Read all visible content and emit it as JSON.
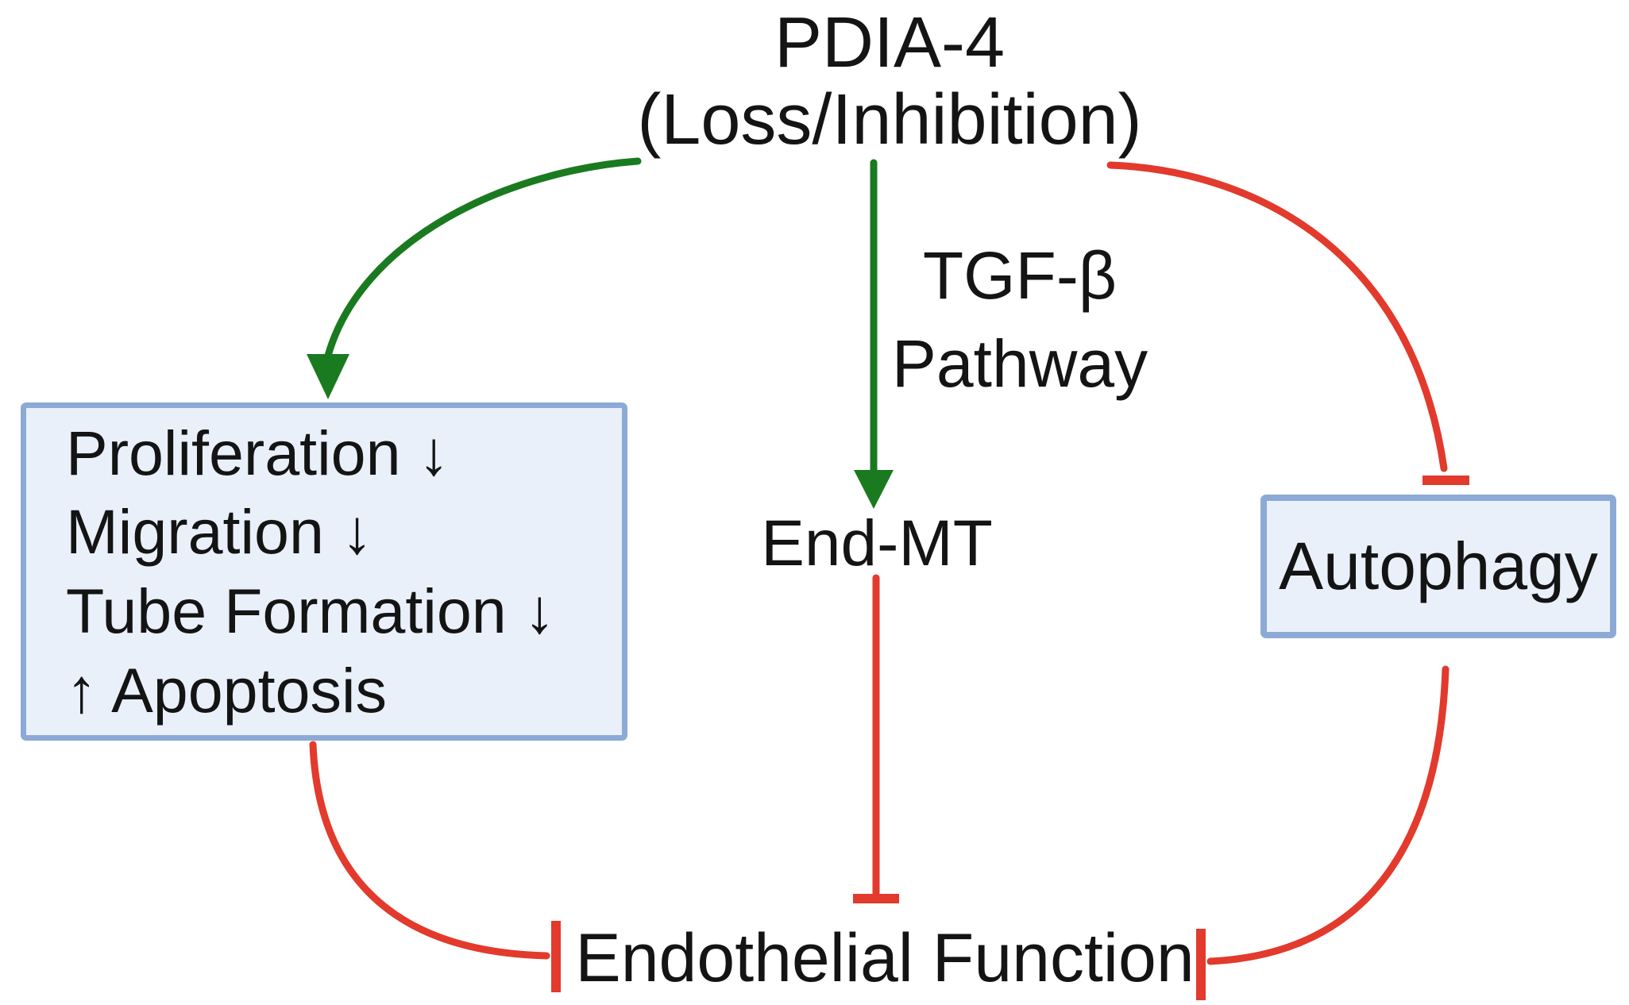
{
  "diagram": {
    "title": {
      "line1": "PDIA-4",
      "line2": "(Loss/Inhibition)"
    },
    "center_pathway_label": {
      "line1": "TGF-β",
      "line2": "Pathway"
    },
    "nodes": {
      "end_mt": "End-MT",
      "endothelial_function": "Endothelial Function",
      "autophagy": "Autophagy"
    },
    "left_box": {
      "items": [
        "Proliferation ↓",
        "Migration ↓",
        "Tube Formation ↓",
        "↑ Apoptosis"
      ]
    },
    "edges": [
      {
        "from": "PDIA-4 (Loss/Inhibition)",
        "to": "Proliferation/Migration/Tube Formation/Apoptosis box",
        "type": "activation-arrow",
        "color": "green"
      },
      {
        "from": "PDIA-4 (Loss/Inhibition)",
        "to": "End-MT",
        "label": "TGF-β Pathway",
        "type": "activation-arrow",
        "color": "green"
      },
      {
        "from": "PDIA-4 (Loss/Inhibition)",
        "to": "Autophagy",
        "type": "inhibition-tbar",
        "color": "red"
      },
      {
        "from": "Proliferation/Migration/Tube Formation/Apoptosis box",
        "to": "Endothelial Function",
        "type": "inhibition-tbar",
        "color": "red"
      },
      {
        "from": "End-MT",
        "to": "Endothelial Function",
        "type": "inhibition-tbar",
        "color": "red"
      },
      {
        "from": "Autophagy",
        "to": "Endothelial Function",
        "type": "inhibition-tbar",
        "color": "red"
      }
    ],
    "colors": {
      "green": "#1a7a1f",
      "red": "#e23a2c",
      "boxFill": "#e9f0fa",
      "boxBorder": "#8caad5",
      "text": "#141414"
    }
  }
}
